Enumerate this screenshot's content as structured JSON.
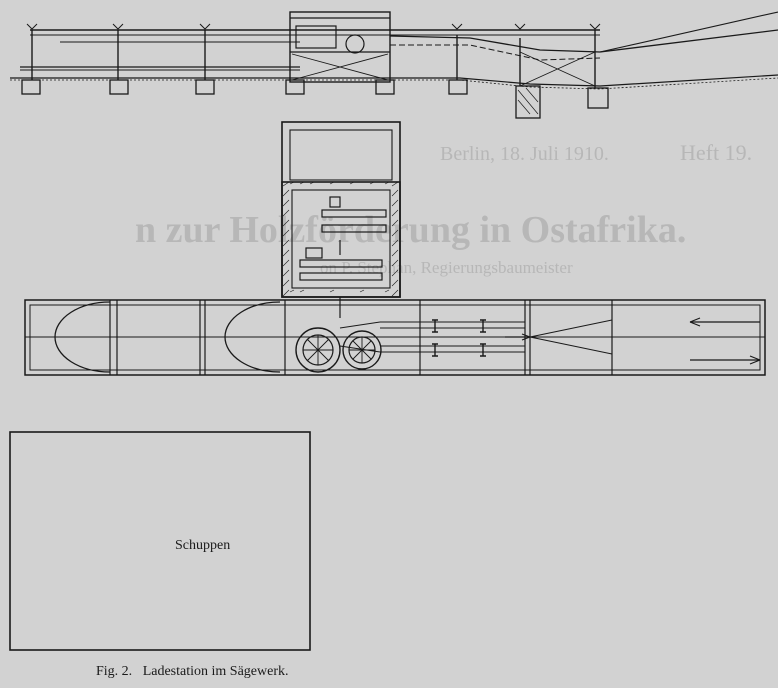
{
  "figure": {
    "number": "Fig. 2.",
    "caption": "Ladestation im Sägewerk.",
    "shed_label": "Schuppen"
  },
  "bleed_through": {
    "date_line": "Berlin, 18. Juli 1910.",
    "heft": "Heft 19.",
    "title_fragment": "n zur Holzförderung in Ostafrika.",
    "author_fragment": "on P. Stephan, Regierungsbaumeister"
  },
  "colors": {
    "paper": "#d2d2d2",
    "ink": "#1a1a1a",
    "bleed": "#b7b7b7"
  }
}
